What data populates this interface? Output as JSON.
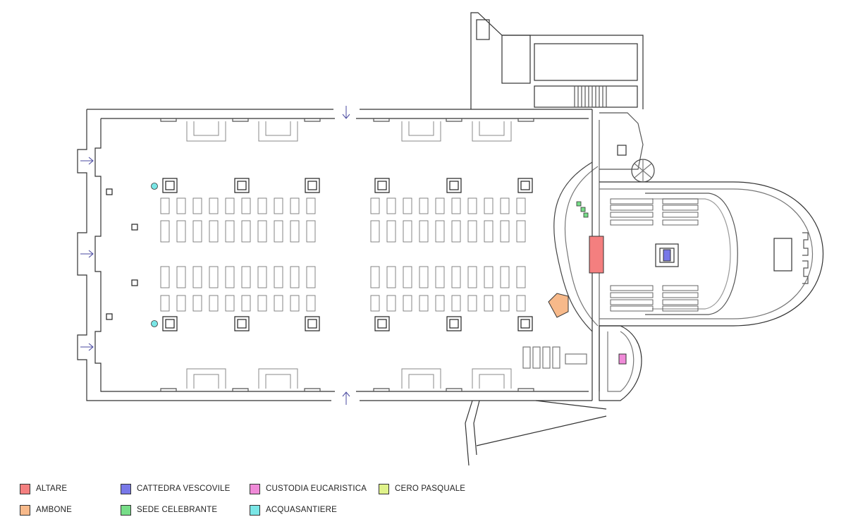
{
  "legend": {
    "items": [
      {
        "label": "ALTARE",
        "color": "#f47f7f"
      },
      {
        "label": "AMBONE",
        "color": "#f7b98a"
      },
      {
        "label": "CATTEDRA VESCOVILE",
        "color": "#7878e8"
      },
      {
        "label": "SEDE CELEBRANTE",
        "color": "#77dd88"
      },
      {
        "label": "CUSTODIA EUCARISTICA",
        "color": "#f08ad8"
      },
      {
        "label": "ACQUASANTIERE",
        "color": "#7ae6e6"
      },
      {
        "label": "CERO PASQUALE",
        "color": "#dff28a"
      }
    ]
  }
}
